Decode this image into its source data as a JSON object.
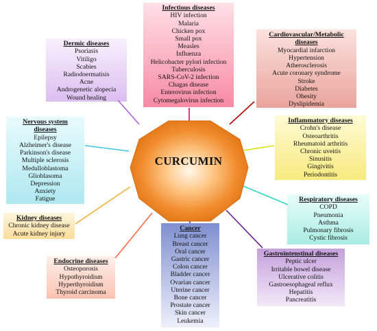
{
  "center": {
    "label": "CURCUMIN"
  },
  "groups": {
    "infectious": {
      "title": "Infectious diseases",
      "items": [
        "HIV infection",
        "Malaria",
        "Chicken pox",
        "Small pox",
        "Measles",
        "Influenza",
        "Helicobacter pylori infection",
        "Tuberculosis",
        "SARS-CoV-2 infection",
        "Chagas disease",
        "Enterovirus infection",
        "Cytomegalovirus infection"
      ],
      "color": "#f7a1b4",
      "line_color": "#e60073"
    },
    "dermic": {
      "title": "Dermic diseases",
      "items": [
        "Psoriasis",
        "Vitiligo",
        "Scabies",
        "Radiodoermatisis",
        "Acne",
        "Androgenetic alopecia",
        "Wound healing"
      ],
      "color": "#e4cff3",
      "line_color": "#b35fd9"
    },
    "cardio": {
      "title": "Cardiovascular/Metabolic diseases",
      "items": [
        "Myocardial infarction",
        "Hypertension",
        "Atherosclerosis",
        "Acute coronary syndrome",
        "Stroke",
        "Diabetes",
        "Obesity",
        "Dyslipidemia"
      ],
      "color": "#f1b9b3",
      "line_color": "#b30000"
    },
    "nervous": {
      "title": "Nervous system diseases",
      "items": [
        "Epilepsy",
        "Alzheimer's disease",
        "Parkinson's disease",
        "Multiple sclerosis",
        "Medulloblastoma",
        "Glioblasoma",
        "Depression",
        "Anxiety",
        "Fatigue"
      ],
      "color": "#c9f1f5",
      "line_color": "#3cc4e6"
    },
    "inflammatory": {
      "title": "Inflammatory diseases",
      "items": [
        "Crohn's disease",
        "Osteoarthritis",
        "Rheumatoid arthritis",
        "Chronic uveitis",
        "Sinusitis",
        "Gingivitis",
        "Periodontitis"
      ],
      "color": "#fbf3a6",
      "line_color": "#e0e000"
    },
    "kidney": {
      "title": "Kidney diseases",
      "items": [
        "Chronic kidney disease",
        "Acute kidney injury"
      ],
      "color": "#fde8b8",
      "line_color": "#f5b23a"
    },
    "respiratory": {
      "title": "Respiratory diseases",
      "items": [
        "COPD",
        "Pneumonia",
        "Asthma",
        "Pulmonary fibrosis",
        "Cystic fibrosis"
      ],
      "color": "#caf3ee",
      "line_color": "#2fd6c2"
    },
    "endocrine": {
      "title": "Endocrine diseases",
      "items": [
        "Osteoporosis",
        "Hypothyroidism",
        "Hyperthyroidism",
        "Thyroid carcinoma"
      ],
      "color": "#fcd6cb",
      "line_color": "#ff6a40"
    },
    "cancer": {
      "title": "Cancer",
      "items": [
        "Lung cancer",
        "Breast cancer",
        "Oral cancer",
        "Gastric cancer",
        "Colon cancer",
        "Bladder cancer",
        "Ovarian cancer",
        "Uterine cancer",
        "Bone cancer",
        "Prostate cancer",
        "Skin cancer",
        "Leukemia"
      ],
      "color": "#9aa7d8",
      "line_color": "#2e45a8"
    },
    "gastro": {
      "title": "Gastrointenstinal diseases",
      "items": [
        "Peptic ulcer",
        "Irritable bowel disease",
        "Ulcerative colitis",
        "Gastroesophageal reflux",
        "Hepatitis",
        "Pancreatitis"
      ],
      "color": "#d7bde6",
      "line_color": "#6b1f8f"
    }
  }
}
